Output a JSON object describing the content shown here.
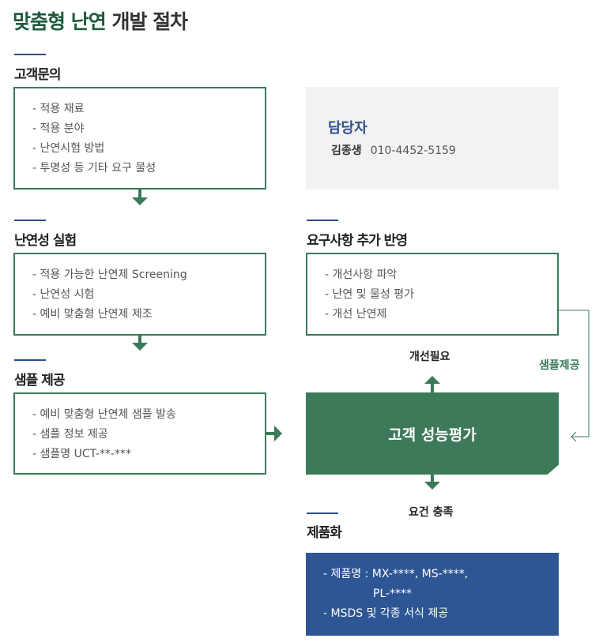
{
  "title": {
    "highlight": "맞춤형 난연",
    "rest": "개발 절차"
  },
  "inquiry": {
    "heading": "고객문의",
    "items": [
      "- 적용 재료",
      "- 적용 분야",
      "- 난연시험 방법",
      "- 투명성 등 기타 요구 물성"
    ]
  },
  "contact": {
    "title": "담당자",
    "name": "김종생",
    "phone": "010-4452-5159"
  },
  "flame_test": {
    "heading": "난연성 실험",
    "items": [
      "- 적용 가능한 난연제 Screening",
      "- 난연성 시험",
      "- 예비 맞춤형 난연제 제조"
    ]
  },
  "requirements": {
    "heading": "요구사항 추가 반영",
    "items": [
      "- 개선사항 파악",
      "- 난연 및 물성 평가",
      "- 개선 난연제"
    ]
  },
  "sample": {
    "heading": "샘플 제공",
    "items": [
      "- 예비 맞춤형 난연제 샘플 발송",
      "- 샘플 정보 제공",
      "- 샘플명 UCT-**-***"
    ]
  },
  "evaluation": {
    "label": "고객 성능평가",
    "improve_label": "개선필요",
    "sample_label": "샘플제공",
    "meet_label": "요건 충족"
  },
  "commercialization": {
    "heading": "제품화",
    "line1": "- 제품명 : MX-****, MS-****,",
    "line2": "PL-****",
    "line3": "- MSDS 및 각종 서식 제공"
  },
  "colors": {
    "green": "#3a7a5a",
    "green_dark": "#1f5b3d",
    "blue": "#2e5594",
    "blue_line": "#2b4f8c",
    "gray_bg": "#f2f2f2"
  }
}
